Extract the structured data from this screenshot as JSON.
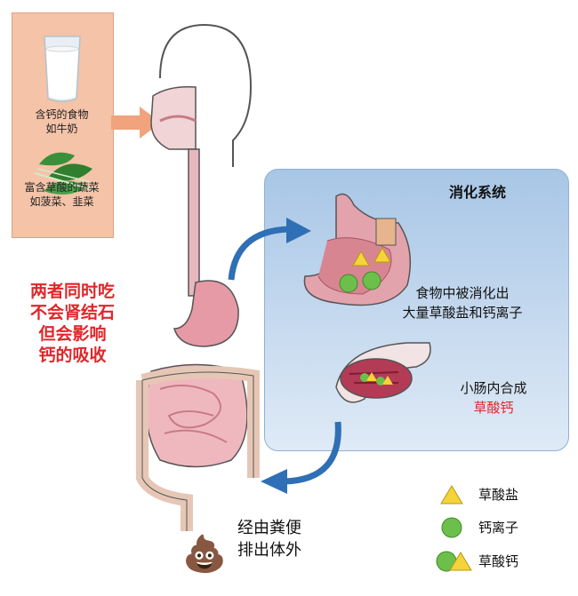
{
  "food": {
    "milk_label": "含钙的食物\n如牛奶",
    "greens_label": "富含草酸的蔬菜\n如菠菜、韭菜"
  },
  "warning": "两者同时吃\n不会肾结石\n但会影响\n钙的吸收",
  "digestive_box": {
    "title": "消化系统",
    "stomach_caption_line1": "食物中被消化出",
    "stomach_caption_line2": "大量草酸盐和钙离子",
    "intestine_caption_line1": "小肠内合成",
    "intestine_caption_line2": "草酸钙"
  },
  "excretion": {
    "line1": "经由粪便",
    "line2": "排出体外",
    "icon": "poop-emoji"
  },
  "legend": [
    {
      "icon": "yellow-triangle",
      "label": "草酸盐"
    },
    {
      "icon": "green-circle",
      "label": "钙离子"
    },
    {
      "icon": "circle-and-triangle",
      "label": "草酸钙"
    }
  ],
  "colors": {
    "oxalate": "#f5d33a",
    "calcium": "#6cbf4b",
    "warning": "#e0262a",
    "panel": "#f4c3a8",
    "arrow_blue": "#2f6fb5"
  }
}
